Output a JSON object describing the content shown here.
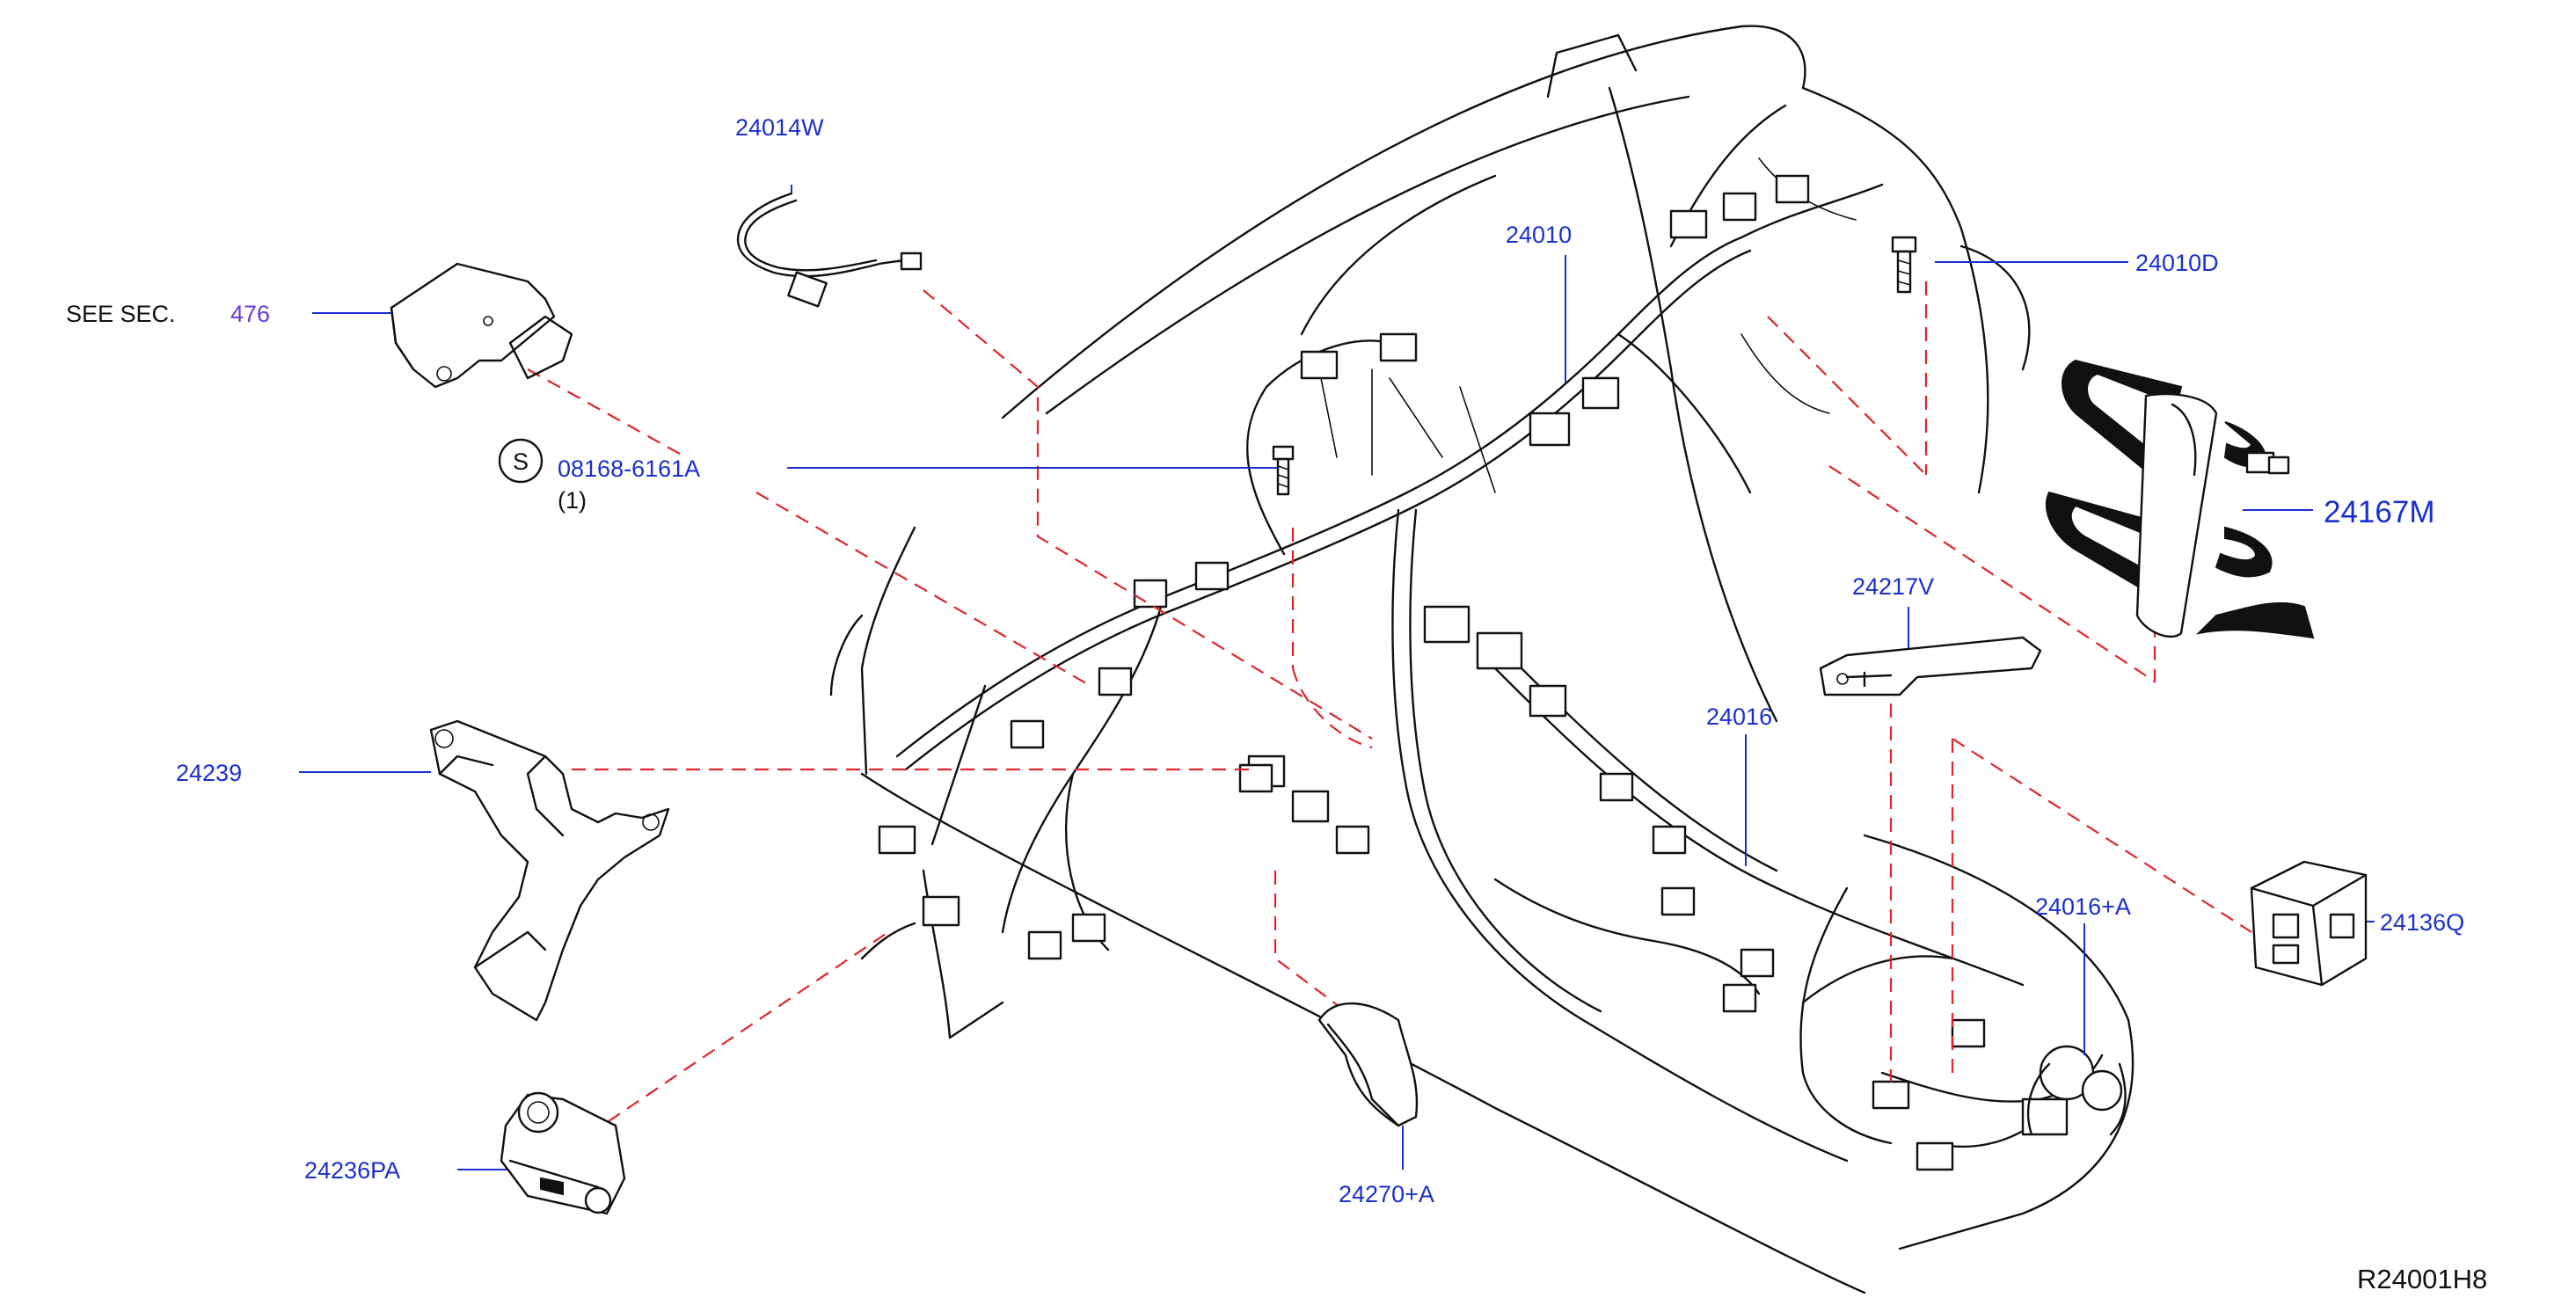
{
  "labels": {
    "see_sec_text": "SEE   SEC.",
    "see_sec_num": "476",
    "p24014w": "24014W",
    "p24010": "24010",
    "p24010d": "24010D",
    "p24167m": "24167M",
    "s_symbol": "S",
    "p08168": "08168-6161A",
    "p08168_qty": "(1)",
    "p24217v": "24217V",
    "p24016": "24016",
    "p24239": "24239",
    "p24016a": "24016+A",
    "p24136q": "24136Q",
    "p24236pa": "24236PA",
    "p24270a": "24270+A",
    "diagram_code": "R24001H8"
  },
  "colors": {
    "label_blue": "#1a2fd0",
    "leader_red": "#e0242a",
    "ink": "#111111",
    "sec_purple": "#6b3bd6"
  }
}
